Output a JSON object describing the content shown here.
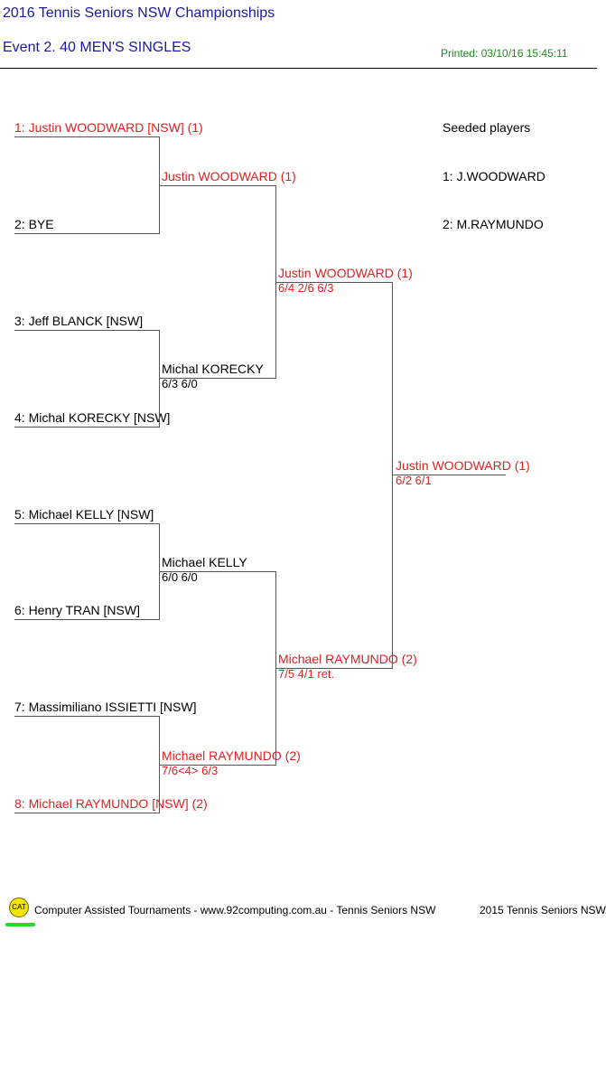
{
  "header": {
    "title": "2016 Tennis Seniors NSW Championships",
    "event": "Event 2. 40 MEN'S SINGLES",
    "printed": "Printed: 03/10/16 15:45:11"
  },
  "draw": {
    "round1": [
      "1: Justin WOODWARD [NSW] (1)",
      "2: BYE",
      "3: Jeff BLANCK [NSW]",
      "4: Michal KORECKY [NSW]",
      "5: Michael KELLY [NSW]",
      "6: Henry TRAN [NSW]",
      "7: Massimiliano ISSIETTI [NSW]",
      "8: Michael RAYMUNDO [NSW] (2)"
    ],
    "round2": [
      {
        "name": "Justin WOODWARD (1)",
        "score": ""
      },
      {
        "name": "Michal KORECKY",
        "score": "6/3 6/0"
      },
      {
        "name": "Michael KELLY",
        "score": "6/0 6/0"
      },
      {
        "name": "Michael RAYMUNDO (2)",
        "score": "7/6<4> 6/3"
      }
    ],
    "semifinal": [
      {
        "name": "Justin WOODWARD (1)",
        "score": "6/4 2/6 6/3"
      },
      {
        "name": "Michael RAYMUNDO (2)",
        "score": "7/5 4/1 ret."
      }
    ],
    "final": {
      "name": "Justin WOODWARD (1)",
      "score": "6/2 6/1"
    }
  },
  "seeds": {
    "heading": "Seeded players",
    "list": [
      "1: J.WOODWARD",
      "2: M.RAYMUNDO"
    ]
  },
  "footer": {
    "logo": "CAT",
    "text": "Computer Assisted Tournaments - www.92computing.com.au -  Tennis Seniors NSW",
    "right": "2015 Tennis Seniors NSW"
  },
  "colors": {
    "title": "#1a1aa0",
    "printed": "#1f8a1f",
    "seeded_player": "#e02020"
  }
}
